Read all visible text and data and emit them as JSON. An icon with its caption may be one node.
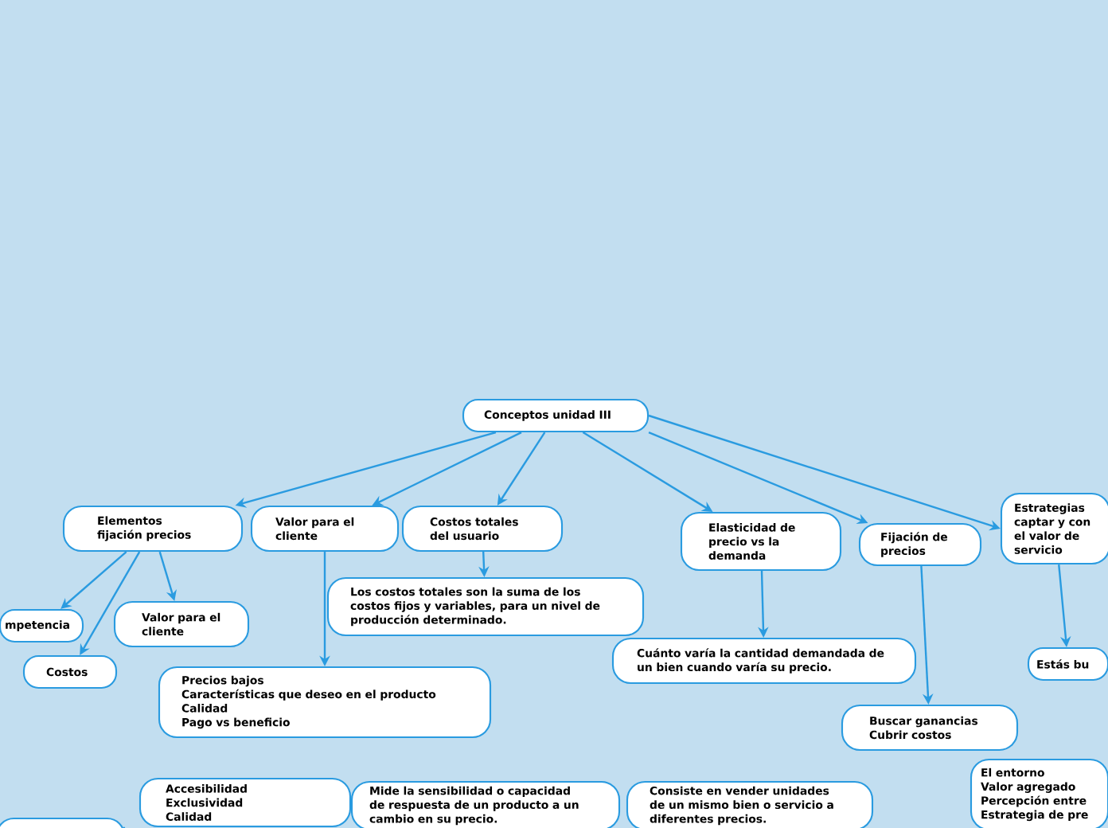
{
  "diagram": {
    "nodes": [
      {
        "text": [
          "Conceptos unidad III"
        ]
      },
      {
        "text": [
          "Elementos fijación precios"
        ]
      },
      {
        "text": [
          "Valor para el cliente"
        ]
      },
      {
        "text": [
          "Costos totales del usuario"
        ]
      },
      {
        "text": [
          "Elasticidad de precio vs la demanda"
        ]
      },
      {
        "text": [
          "Fijación de precios"
        ]
      },
      {
        "text": [
          "Estrategias captar y con el valor de servicio"
        ]
      },
      {
        "text": [
          "mpetencia"
        ]
      },
      {
        "text": [
          "Valor para el cliente"
        ]
      },
      {
        "text": [
          "Costos"
        ]
      },
      {
        "text": [
          "Los costos totales son la suma de los costos fijos y variables, para un nivel de producción determinado."
        ]
      },
      {
        "text": [
          "Precios bajos",
          "Características que deseo en el producto",
          "Calidad",
          "Pago vs beneficio"
        ]
      },
      {
        "text": [
          "Cuánto varía la cantidad demandada de un bien cuando varía su precio."
        ]
      },
      {
        "text": [
          "Buscar ganancias",
          "Cubrir costos"
        ]
      },
      {
        "text": [
          "Estás bu"
        ]
      },
      {
        "text": [],
        "shape": "box"
      },
      {
        "text": [
          "Accesibilidad",
          "Exclusividad",
          "Calidad"
        ]
      },
      {
        "text": [
          "Mide la sensibilidad o capacidad de respuesta de un producto a un cambio en su precio."
        ]
      },
      {
        "text": [
          "Consiste en vender unidades de un mismo bien o servicio a diferentes precios."
        ]
      },
      {
        "text": [
          "El entorno",
          "Valor agregado",
          "Percepción entre",
          "Estrategia de pre"
        ]
      }
    ],
    "edges": [
      {
        "from": 0,
        "to": 1,
        "arrow": "to"
      },
      {
        "from": 0,
        "to": 2,
        "arrow": "to"
      },
      {
        "from": 0,
        "to": 3,
        "arrow": "to"
      },
      {
        "from": 0,
        "to": 4,
        "arrow": "to"
      },
      {
        "from": 0,
        "to": 5,
        "arrow": "to"
      },
      {
        "from": 0,
        "to": 6,
        "arrow": "to"
      },
      {
        "from": 1,
        "to": 7,
        "arrow": "to"
      },
      {
        "from": 1,
        "to": 9,
        "arrow": "to"
      },
      {
        "from": 1,
        "to": 8,
        "arrow": "to"
      },
      {
        "from": 3,
        "to": 10,
        "arrow": "to"
      },
      {
        "from": 2,
        "to": 11,
        "arrow": "to"
      },
      {
        "from": 4,
        "to": 12,
        "arrow": "to"
      },
      {
        "from": 5,
        "to": 13,
        "arrow": "to"
      },
      {
        "from": 6,
        "to": 14,
        "arrow": "to"
      }
    ]
  }
}
